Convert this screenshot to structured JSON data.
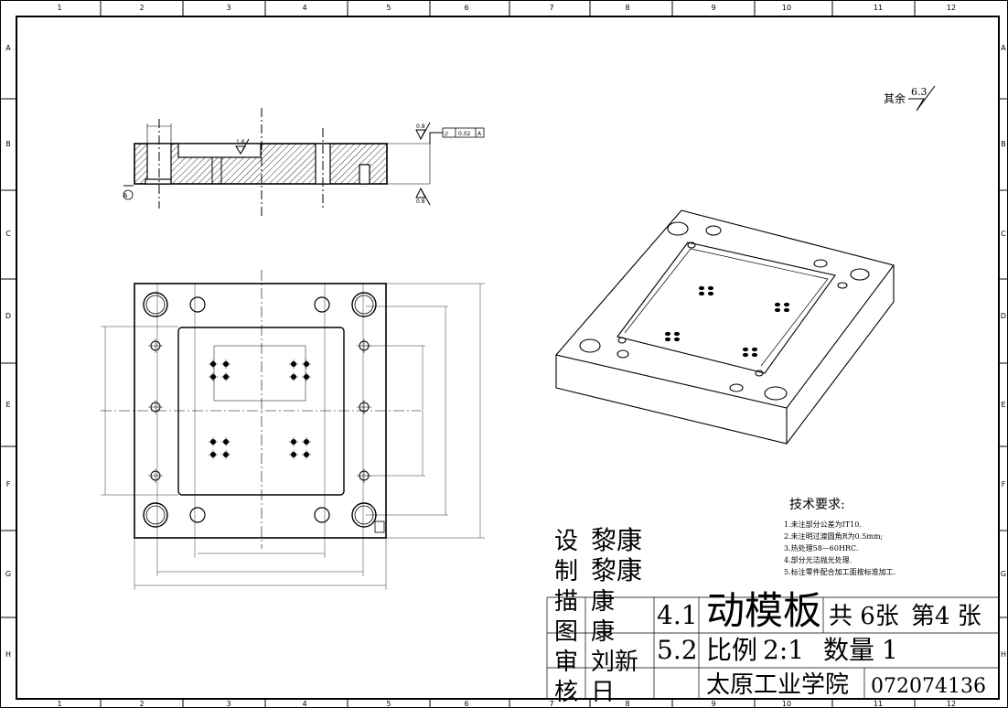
{
  "frame": {
    "columns": [
      "1",
      "2",
      "3",
      "4",
      "5",
      "6",
      "7",
      "8",
      "9",
      "10",
      "11",
      "12"
    ],
    "rows": [
      "A",
      "B",
      "C",
      "D",
      "E",
      "F",
      "G",
      "H"
    ]
  },
  "roughness_note": {
    "label": "其余",
    "value": "6.3"
  },
  "section_view": {
    "datum": "A",
    "tolerance_frame": [
      "//",
      "0.02",
      "A"
    ],
    "roughness_top": "0.8",
    "roughness_bottom": "0.8",
    "roughness_pocket": "1.6"
  },
  "tech_requirements": {
    "title": "技术要求:",
    "items": [
      "1.未注部分公差为IT10.",
      "2.未注明过渡圆角R为0.5mm;",
      "3.热处理58—60HRC.",
      "4.部分光洁抛光处理.",
      "5.标注零件配合加工面按标准加工."
    ]
  },
  "title_block": {
    "roles": [
      "设",
      "制",
      "描",
      "图",
      "审",
      "核"
    ],
    "names": [
      "黎康",
      "黎康",
      "康",
      "康",
      "刘新",
      "日"
    ],
    "dates": [
      "4.1",
      "5.2"
    ],
    "part_name": "动模板",
    "scale_label": "比例",
    "scale": "2:1",
    "qty_label": "数量",
    "qty": "1",
    "sheets_total": "共 6张",
    "sheet_no": "第4 张",
    "school": "太原工业学院",
    "student_id": "072074136"
  }
}
